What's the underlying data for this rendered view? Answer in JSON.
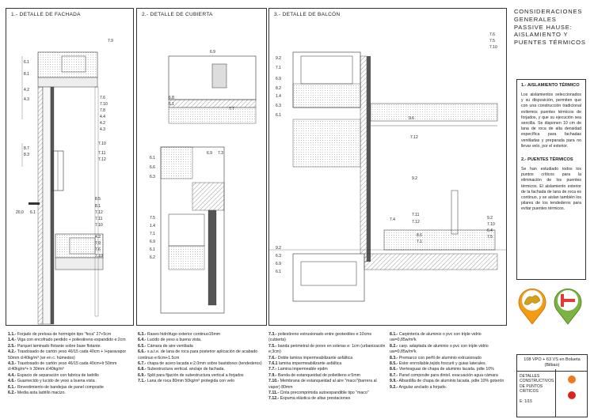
{
  "panels": {
    "fachada_title": "1.- DETALLE DE FACHADA",
    "cubierta_title": "2.- DETALLE DE CUBIERTA",
    "balcon_title": "3.- DETALLE DE BALCÓN"
  },
  "fachada_tags": [
    "7.9",
    "6.1",
    "8.1",
    "4.2",
    "4.3",
    "7.6",
    "7.10",
    "7.8",
    "4.4",
    "4.2",
    "4.3",
    "8.7",
    "8.3",
    "7.10",
    "7.11",
    "7.12",
    "8.5",
    "8.1",
    "7.12",
    "7.11",
    "7.10",
    "20,0",
    "6.1",
    "4.2",
    "7.9",
    "7.6",
    "7.10"
  ],
  "cubierta_tags": [
    "6.9",
    "6.8",
    "6.1",
    "7.7",
    "6.9",
    "7.3",
    "6.1",
    "6.6",
    "6.3",
    "7.5",
    "1.4",
    "7.1",
    "6.9",
    "6.1",
    "6.2"
  ],
  "balcon_tags": [
    "7.6",
    "7.5",
    "7.10",
    "9.2",
    "7.1",
    "6.9",
    "8.2",
    "1.4",
    "6.3",
    "6.1",
    "9.6",
    "7.12",
    "9.2",
    "7.11",
    "7.12",
    "9.2",
    "7.10",
    "6.4",
    "7.5",
    "7.4",
    "8.6",
    "7.1",
    "9.2",
    "6.3",
    "6.9",
    "6.1"
  ],
  "legend_col1": [
    {
      "code": "1.1.-",
      "text": "Forjado de prelosa de hormigón tipo \"feca\" 27+5cm"
    },
    {
      "code": "1.4.-",
      "text": "Viga con encofrado perdido + poliestireno expandido e:2cm"
    },
    {
      "code": "2.5.-",
      "text": "Parquet laminado flotante sobre base flotante."
    },
    {
      "code": "4.2.-",
      "text": "Trasdosado de cartón yeso 46/15 cada 40cm + l+paravapor 50mm d:40kg/m³ (wr en c. húmedos)"
    },
    {
      "code": "4.3.-",
      "text": "Trasdosado de cartón yeso 46/15 cada 40cm+lr 50mm d:40kg/m³+ lr 30mm d:40kg/m³"
    },
    {
      "code": "4.4.-",
      "text": "Espacio de separación con fabrica de ladrillo"
    },
    {
      "code": "4.6.-",
      "text": "Guarnecido y lucido de yeso a buena vista ."
    },
    {
      "code": "6.1.-",
      "text": "Revestimiento de bandejas de panel composite"
    },
    {
      "code": "6.2.-",
      "text": "Media asta ladrillo macizo."
    }
  ],
  "legend_col2": [
    {
      "code": "6.3.-",
      "text": "Raseo hidrófugo exterior continuo15mm"
    },
    {
      "code": "6.4.-",
      "text": "Lucido de yeso a buena vista."
    },
    {
      "code": "6.5.-",
      "text": "Cámara de aire ventilada"
    },
    {
      "code": "6.6.-",
      "text": "s.a.t.e. de lana de roca para posterior aplicación de acabado continuo e:6cm+1.5cm"
    },
    {
      "code": "6.7.-",
      "text": "chapa de acero lacada e:2.0mm sobre bastidores (tendederos)"
    },
    {
      "code": "6.8.-",
      "text": "Subestructura vertical. anclaje de fachada."
    },
    {
      "code": "6.9.-",
      "text": "Split para fijación de subestructura vertical a forjados"
    },
    {
      "code": "7.1.-",
      "text": "Lana de roca 80mm 50kg/m³ protegida con velo"
    }
  ],
  "legend_col3": [
    {
      "code": "7.3.-",
      "text": "poliestireno extrusionado entre geotextiles e:10cms (cubierta)"
    },
    {
      "code": "7.5.-",
      "text": "banda perimetral de porex en soleras e: 1cm (urbanización e;3cm)"
    },
    {
      "code": "7.6.-",
      "text": "Doble lamina impermeabilizante asfáltica"
    },
    {
      "code": "7.6.1",
      "text": "lamina impermeabilizante asfáltica"
    },
    {
      "code": "7.7.-",
      "text": "Lamina impermeable epdm"
    },
    {
      "code": "7.9.-",
      "text": "Banda de estanqueidad de polietileno e:5mm"
    },
    {
      "code": "7.10.-",
      "text": "Membrana de estanqueidad al aire \"maco\"(barrera al vapor) 80mm"
    },
    {
      "code": "7.11.-",
      "text": "Cinta precomprimida autoexpandible tipo \"maco\""
    },
    {
      "code": "7.12.-",
      "text": "Espuma elástica de altas prestaciones"
    }
  ],
  "legend_col4": [
    {
      "code": "8.1.-",
      "text": "Carpintería de aluminio o pvc con triple vidrio uw=0,85w/m²k"
    },
    {
      "code": "8.2.-",
      "text": "carp. adaptada de aluminio o pvc con triple vidrio uw=0,85w/m²k"
    },
    {
      "code": "8.3.-",
      "text": "Premarco con perfil de aluminio extrusionado"
    },
    {
      "code": "8.5.-",
      "text": "Estor enrrollable,tejido foscurit y guias laterales."
    },
    {
      "code": "8.6.-",
      "text": "Vierteaguas de chapa de aluminio lacada. pdte 10%"
    },
    {
      "code": "8.7.-",
      "text": "Panel composite para dintel. evacuación agua cámara"
    },
    {
      "code": "9.9.-",
      "text": "Albardilla de chapa de aluminio lacada. pdte 10% goterón"
    },
    {
      "code": "9.2.-",
      "text": "Angular anclado a forjado."
    }
  ],
  "right": {
    "title_lines": [
      "CONSIDERACIONES",
      "GENERALES",
      "PASSIVE HAUSE:",
      "AISLAMIENTO Y",
      "PUENTES TÉRMICOS"
    ],
    "sec1_head": "1.- AISLAMIENTO TÉRMICO",
    "sec1_body": "Los aislamientos seleccionados y su disposición, permiten que con una construcción tradicional evitemos puentes térmicos de forjados, y que su ejecución sea sencilla. Se disponen 10 cm de lana de roca de alta densidad específica para fachadas ventiladas y preparada para no llevar velo, por el exterior.",
    "sec2_head": "2.- PUENTES TÉRMICOS",
    "sec2_body": "Se han estudiado todos los puntos críticos para la eliminación de los puentes térmicos. El aislamiento exterior de la fachada de lana de roca es continuo, y se aislan también los pilares de los tendederos para evitar puentes térmicos.",
    "info_title": "108 VPO + 63 VS en Bolueta (Bilbao)",
    "info_desc": "DETALLES CONSTRUCTIVOS DE PUNTOS CRÍTICOS",
    "info_scale": "E: 1/15"
  },
  "colors": {
    "badge_orange": "#f39c12",
    "badge_green": "#7cb342",
    "dot_orange": "#f07a1a",
    "dot_red": "#d9261c",
    "pink_mark": "#e0457b"
  }
}
